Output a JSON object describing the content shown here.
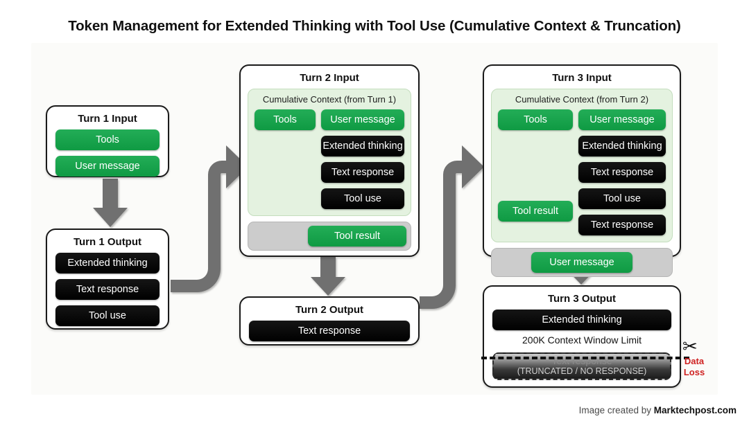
{
  "title": "Token Management for Extended Thinking with Tool Use (Cumulative Context & Truncation)",
  "credit": {
    "prefix": "Image created by ",
    "brand": "Marktechpost.com"
  },
  "colors": {
    "green": "#16a34a",
    "black": "#060606",
    "context_panel": "#e4f2e0",
    "gray_bar": "#cccccc",
    "data_loss_red": "#cf2222",
    "connector_gray": "#6f6f6f"
  },
  "turn1_input": {
    "title": "Turn 1 Input",
    "items": [
      {
        "label": "Tools",
        "style": "green"
      },
      {
        "label": "User message",
        "style": "green"
      }
    ]
  },
  "turn1_output": {
    "title": "Turn 1 Output",
    "items": [
      {
        "label": "Extended thinking",
        "style": "black"
      },
      {
        "label": "Text response",
        "style": "black"
      },
      {
        "label": "Tool use",
        "style": "black"
      }
    ]
  },
  "turn2_input": {
    "title": "Turn 2 Input",
    "context_label": "Cumulative Context (from Turn 1)",
    "context_left": [
      {
        "label": "Tools",
        "style": "green"
      }
    ],
    "context_right": [
      {
        "label": "User message",
        "style": "green"
      },
      {
        "label": "Extended thinking",
        "style": "black"
      },
      {
        "label": "Text response",
        "style": "black"
      },
      {
        "label": "Tool use",
        "style": "black"
      }
    ],
    "new_input": {
      "label": "Tool result",
      "style": "green",
      "align": "right"
    }
  },
  "turn2_output": {
    "title": "Turn 2 Output",
    "items": [
      {
        "label": "Text response",
        "style": "black"
      }
    ]
  },
  "turn3_input": {
    "title": "Turn 3 Input",
    "context_label": "Cumulative Context (from Turn 2)",
    "context_left": [
      {
        "label": "Tools",
        "style": "green"
      },
      {
        "label": "Tool result",
        "style": "green"
      }
    ],
    "context_right": [
      {
        "label": "User message",
        "style": "green"
      },
      {
        "label": "Extended thinking",
        "style": "black"
      },
      {
        "label": "Text response",
        "style": "black"
      },
      {
        "label": "Tool use",
        "style": "black"
      },
      {
        "label": "Text response",
        "style": "black"
      }
    ],
    "new_input": {
      "label": "User message",
      "style": "green",
      "align": "center"
    }
  },
  "turn3_output": {
    "title": "Turn 3 Output",
    "items": [
      {
        "label": "Extended thinking",
        "style": "black"
      }
    ],
    "limit_label": "200K Context Window Limit",
    "truncated": {
      "line1": "Text response",
      "line2": "(TRUNCATED / NO RESPONSE)"
    },
    "data_loss": {
      "line1": "Data",
      "line2": "Loss",
      "icon": "scissors-icon",
      "glyph": "✂"
    }
  }
}
